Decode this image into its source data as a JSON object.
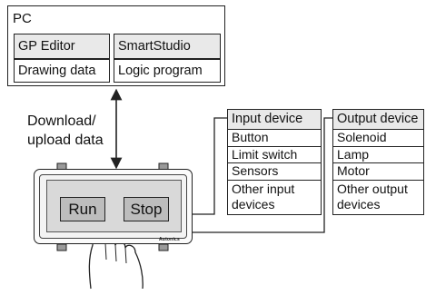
{
  "pc": {
    "title": "PC",
    "tools": [
      {
        "name": "GP Editor",
        "description": "Drawing data"
      },
      {
        "name": "SmartStudio",
        "description": "Logic program"
      }
    ]
  },
  "transfer": {
    "label_line1": "Download/",
    "label_line2": "upload data"
  },
  "hmi": {
    "buttons": {
      "run": "Run",
      "stop": "Stop"
    },
    "brand": "Autonics"
  },
  "input_devices": {
    "header": "Input device",
    "items": [
      "Button",
      "Limit switch",
      "Sensors",
      "Other input devices"
    ]
  },
  "output_devices": {
    "header": "Output device",
    "items": [
      "Solenoid",
      "Lamp",
      "Motor",
      "Other output devices"
    ]
  }
}
